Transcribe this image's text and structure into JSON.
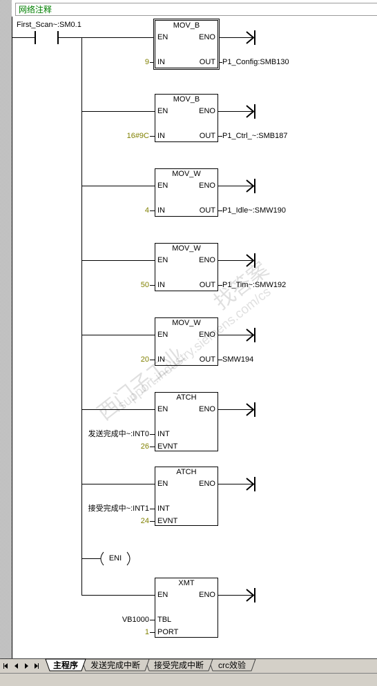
{
  "network_comment": "网络注释",
  "contact": {
    "label": "First_Scan~:SM0.1"
  },
  "blocks": [
    {
      "title": "MOV_B",
      "en": "EN",
      "eno": "ENO",
      "selected": true,
      "inputs": [
        {
          "pin": "IN",
          "value": "9"
        }
      ],
      "outputs": [
        {
          "pin": "OUT",
          "value": "P1_Config:SMB130"
        }
      ]
    },
    {
      "title": "MOV_B",
      "en": "EN",
      "eno": "ENO",
      "inputs": [
        {
          "pin": "IN",
          "value": "16#9C"
        }
      ],
      "outputs": [
        {
          "pin": "OUT",
          "value": "P1_Ctrl_~:SMB187"
        }
      ]
    },
    {
      "title": "MOV_W",
      "en": "EN",
      "eno": "ENO",
      "inputs": [
        {
          "pin": "IN",
          "value": "4"
        }
      ],
      "outputs": [
        {
          "pin": "OUT",
          "value": "P1_Idle~:SMW190"
        }
      ]
    },
    {
      "title": "MOV_W",
      "en": "EN",
      "eno": "ENO",
      "inputs": [
        {
          "pin": "IN",
          "value": "50"
        }
      ],
      "outputs": [
        {
          "pin": "OUT",
          "value": "P1_Tim~:SMW192"
        }
      ]
    },
    {
      "title": "MOV_W",
      "en": "EN",
      "eno": "ENO",
      "inputs": [
        {
          "pin": "IN",
          "value": "20"
        }
      ],
      "outputs": [
        {
          "pin": "OUT",
          "value": "SMW194"
        }
      ]
    },
    {
      "title": "ATCH",
      "en": "EN",
      "eno": "ENO",
      "inputs": [
        {
          "pin": "INT",
          "value": "发送完成中~:INT0"
        },
        {
          "pin": "EVNT",
          "value": "26"
        }
      ]
    },
    {
      "title": "ATCH",
      "en": "EN",
      "eno": "ENO",
      "inputs": [
        {
          "pin": "INT",
          "value": "接受完成中~:INT1"
        },
        {
          "pin": "EVNT",
          "value": "24"
        }
      ]
    },
    {
      "title": "XMT",
      "en": "EN",
      "eno": "ENO",
      "inputs": [
        {
          "pin": "TBL",
          "value": "VB1000"
        },
        {
          "pin": "PORT",
          "value": "1"
        }
      ]
    }
  ],
  "eni_coil": {
    "label": "ENI"
  },
  "tab_nav": {
    "icons": [
      "first-tab-icon",
      "previous-tab-icon",
      "next-tab-icon",
      "last-tab-icon"
    ]
  },
  "tabs": [
    {
      "label": "主程序",
      "active": true
    },
    {
      "label": "发送完成中断"
    },
    {
      "label": "接受完成中断"
    },
    {
      "label": "crc效验"
    }
  ],
  "watermark": {
    "brand": "西门子工业",
    "slogan": "找答案",
    "url": "support.industry.siemens.com/cs"
  },
  "colors": {
    "wire": "#000000",
    "constant_value": "#808000",
    "network_comment": "#008000",
    "tab_bar": "#d4d0c8",
    "active_tab": "#ffffff"
  }
}
